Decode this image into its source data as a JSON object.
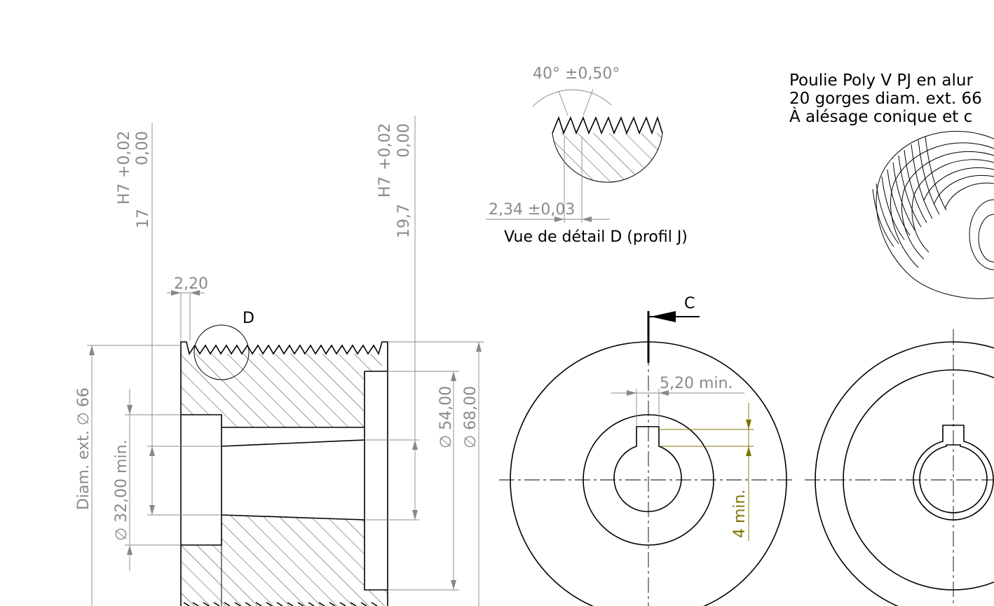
{
  "title_block": {
    "line1": "Poulie Poly V PJ en alur",
    "line2": "20 gorges diam. ext. 66",
    "line3": "À alésage conique et c"
  },
  "detail_view": {
    "caption": "Vue de détail D (profil J)",
    "angle": "40° ±0,50°",
    "pitch": "2,34 ±0,03"
  },
  "section_view": {
    "detail_label": "D",
    "groove_width": "2,20",
    "diam_ext": "Diam. ext.  ∅ 66",
    "bore_min": "∅ 32,00 min.",
    "diam_54": "∅ 54,00",
    "diam_68": "∅ 68,00",
    "tol_left_nominal": "17",
    "tol_left_fit": "H7",
    "tol_left_upper": "+0,02",
    "tol_left_lower": "0,00",
    "tol_right_nominal": "19,7",
    "tol_right_fit": "H7",
    "tol_right_upper": "+0,02",
    "tol_right_lower": "0,00"
  },
  "front_view": {
    "section_label": "C",
    "key_width": "5,20 min.",
    "key_depth": "4 min."
  },
  "colors": {
    "geometry": "#000000",
    "dimension": "#888888",
    "key_dimension": "#7f7400"
  }
}
